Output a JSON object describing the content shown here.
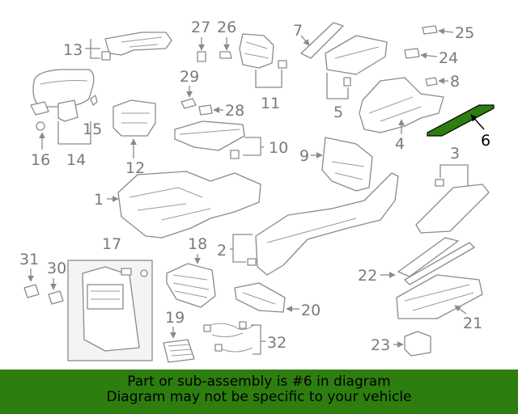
{
  "callouts": {
    "n1": "1",
    "n2": "2",
    "n3": "3",
    "n4": "4",
    "n5": "5",
    "n6": "6",
    "n7": "7",
    "n8": "8",
    "n9": "9",
    "n10": "10",
    "n11": "11",
    "n12": "12",
    "n13": "13",
    "n14": "14",
    "n15": "15",
    "n16": "16",
    "n17": "17",
    "n18": "18",
    "n19": "19",
    "n20": "20",
    "n21": "21",
    "n22": "22",
    "n23": "23",
    "n24": "24",
    "n25": "25",
    "n26": "26",
    "n27": "27",
    "n28": "28",
    "n29": "29",
    "n30": "30",
    "n31": "31",
    "n32": "32"
  },
  "highlight": {
    "part": "6",
    "color": "#2e7d0f"
  },
  "banner": {
    "line1": "Part or sub-assembly is #6 in diagram",
    "line2": "Diagram may not be specific to your vehicle",
    "color": "#2e7d0f"
  }
}
